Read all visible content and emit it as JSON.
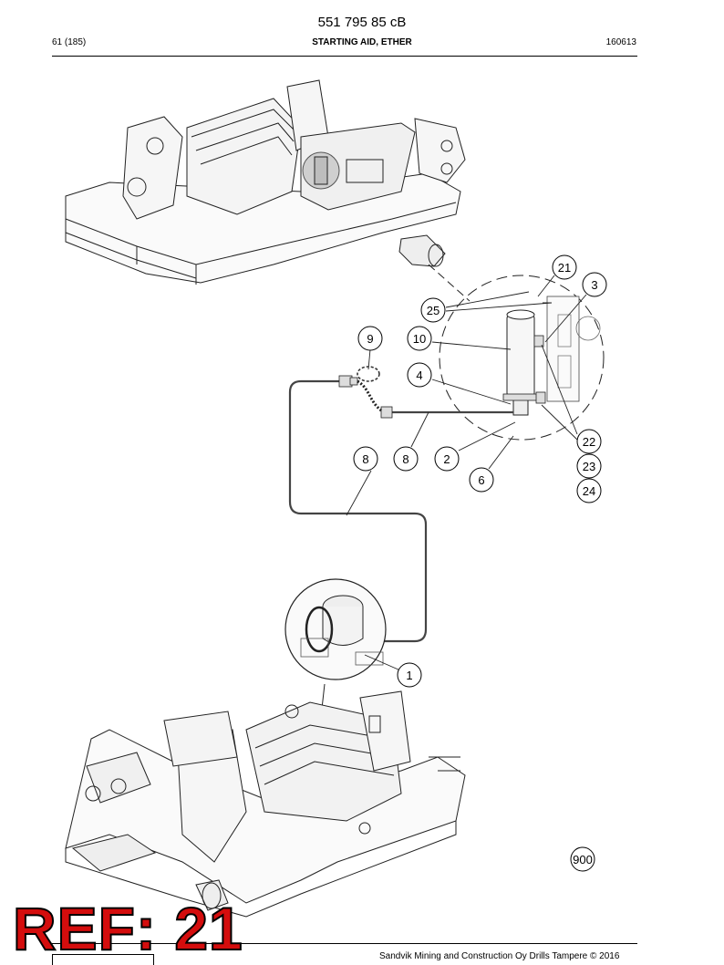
{
  "header": {
    "doc_number": "551 795 85 cB",
    "page": "61 (185)",
    "title": "STARTING AID, ETHER",
    "code": "160613"
  },
  "callouts": {
    "c21": "21",
    "c3": "3",
    "c25": "25",
    "c9": "9",
    "c10": "10",
    "c4": "4",
    "c22": "22",
    "c23": "23",
    "c24": "24",
    "c8a": "8",
    "c8b": "8",
    "c2": "2",
    "c6": "6",
    "c1": "1",
    "c900": "900"
  },
  "stamp": {
    "ref_label": "REF: 21"
  },
  "footer": {
    "copyright": "Sandvik Mining and Construction Oy Drills Tampere © 2016"
  }
}
